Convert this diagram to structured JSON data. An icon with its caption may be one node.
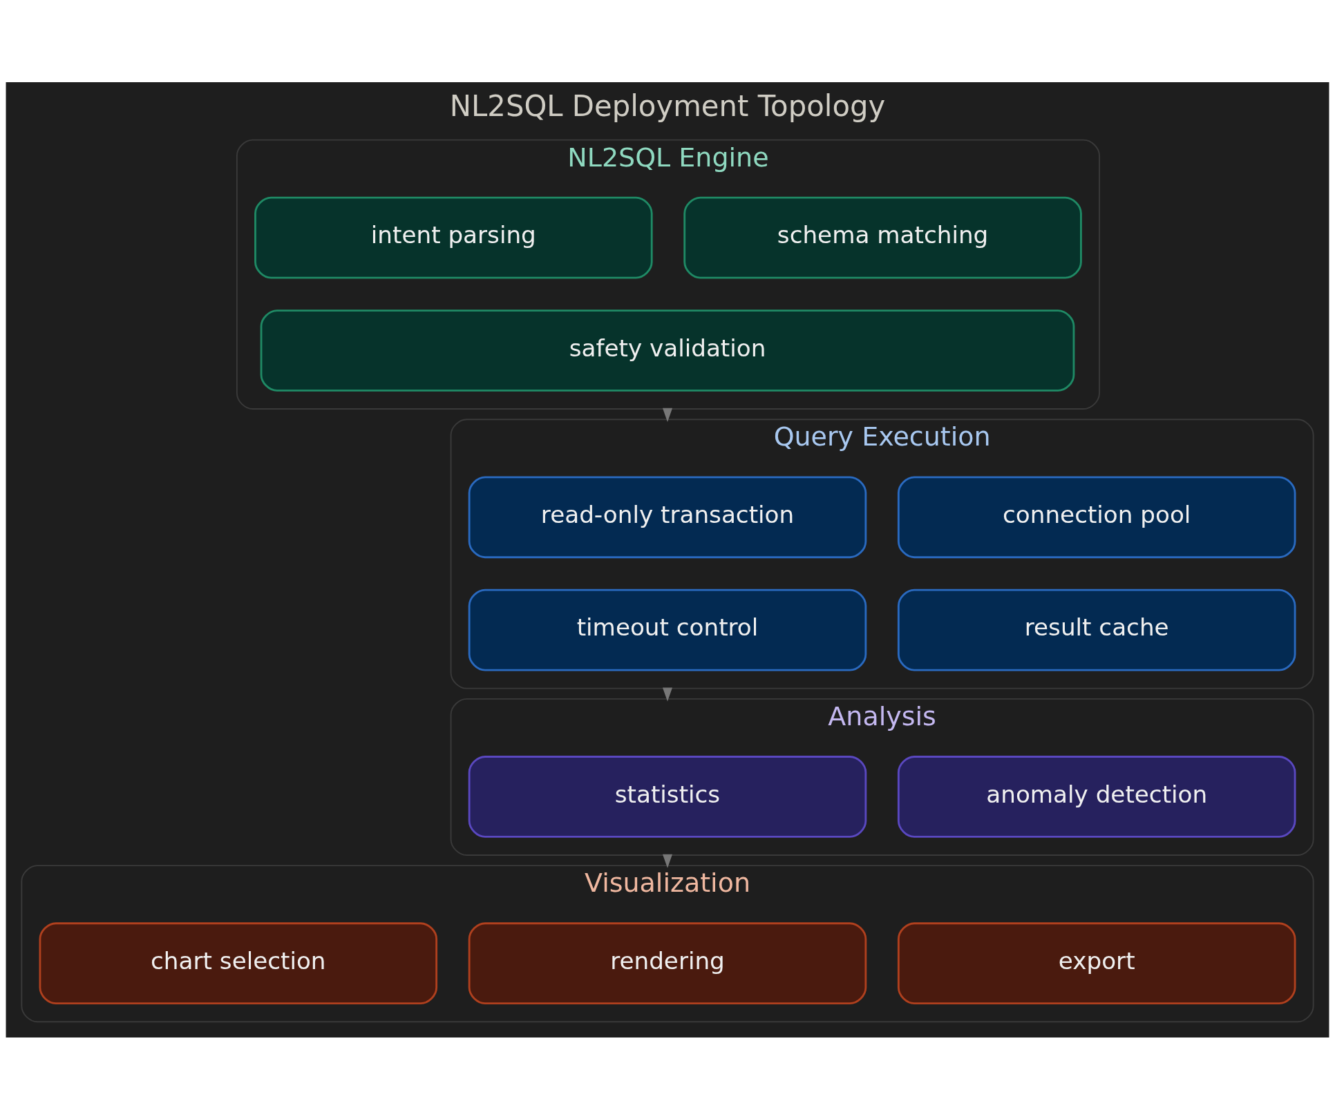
{
  "diagram": {
    "title": "NL2SQL Deployment Topology",
    "nodes": [
      {
        "text": [
          "NL2SQL Engine"
        ]
      },
      {
        "text": [
          "intent parsing"
        ],
        "in": 0
      },
      {
        "text": [
          "schema matching"
        ],
        "in": 0
      },
      {
        "text": [
          "safety validation"
        ],
        "in": 0
      },
      {
        "text": [
          "Query Execution"
        ]
      },
      {
        "text": [
          "read-only transaction"
        ],
        "in": 4
      },
      {
        "text": [
          "connection pool"
        ],
        "in": 4
      },
      {
        "text": [
          "timeout control"
        ],
        "in": 4
      },
      {
        "text": [
          "result cache"
        ],
        "in": 4
      },
      {
        "text": [
          "Analysis"
        ]
      },
      {
        "text": [
          "statistics"
        ],
        "in": 9
      },
      {
        "text": [
          "anomaly detection"
        ],
        "in": 9
      },
      {
        "text": [
          "Visualization"
        ]
      },
      {
        "text": [
          "chart selection"
        ],
        "in": 12
      },
      {
        "text": [
          "rendering"
        ],
        "in": 12
      },
      {
        "text": [
          "export"
        ],
        "in": 12
      }
    ],
    "edges": [
      {
        "from": 0,
        "to": 4,
        "arrow": "to"
      },
      {
        "from": 4,
        "to": 9,
        "arrow": "to"
      },
      {
        "from": 9,
        "to": 12,
        "arrow": "to"
      }
    ]
  }
}
